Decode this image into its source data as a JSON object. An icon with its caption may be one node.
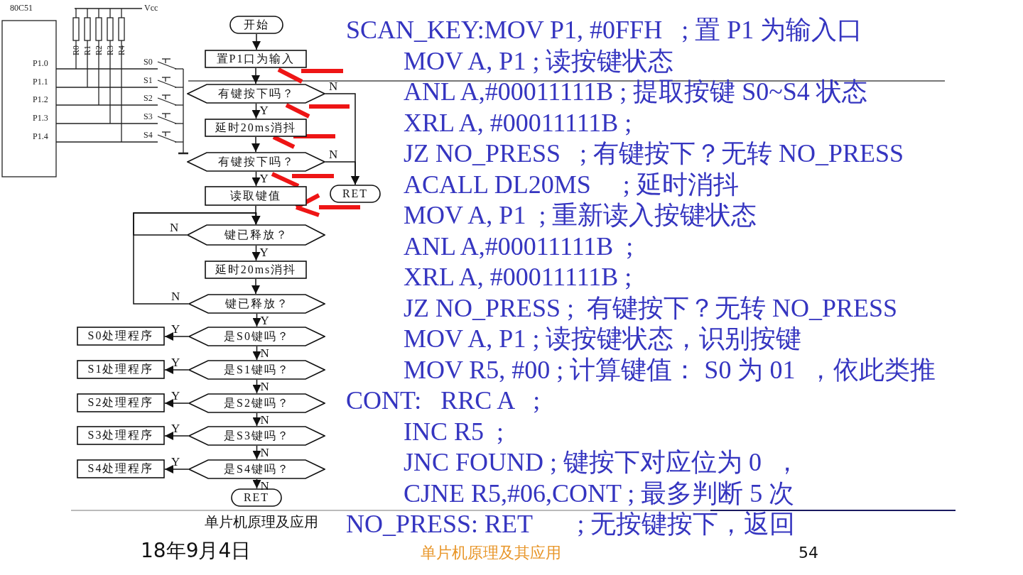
{
  "diagram": {
    "nodes": [
      {
        "text": [
          "开始"
        ]
      },
      {
        "text": [
          "置P1口为输入"
        ]
      },
      {
        "text": [
          "有键按下吗？"
        ]
      },
      {
        "text": [
          "延时20ms消抖"
        ]
      },
      {
        "text": [
          "有键按下吗？"
        ]
      },
      {
        "text": [
          "RET"
        ]
      },
      {
        "text": [
          "读取键值"
        ]
      },
      {
        "text": [
          "键已释放？"
        ]
      },
      {
        "text": [
          "延时20ms消抖"
        ]
      },
      {
        "text": [
          "键已释放？"
        ]
      },
      {
        "text": [
          "是S0键吗？"
        ]
      },
      {
        "text": [
          "S0处理程序"
        ]
      },
      {
        "text": [
          "是S1键吗？"
        ]
      },
      {
        "text": [
          "S1处理程序"
        ]
      },
      {
        "text": [
          "是S2键吗？"
        ]
      },
      {
        "text": [
          "S2处理程序"
        ]
      },
      {
        "text": [
          "是S3键吗？"
        ]
      },
      {
        "text": [
          "S3处理程序"
        ]
      },
      {
        "text": [
          "是S4键吗？"
        ]
      },
      {
        "text": [
          "S4处理程序"
        ]
      },
      {
        "text": [
          "RET"
        ]
      }
    ],
    "edges": [
      {
        "from": 0,
        "to": 1,
        "arrow": "to"
      },
      {
        "from": 1,
        "to": 2,
        "arrow": "to"
      },
      {
        "from": 2,
        "to": 3,
        "arrow": "to",
        "label": "Y"
      },
      {
        "from": 2,
        "to": 5,
        "arrow": "to",
        "label": "N"
      },
      {
        "from": 3,
        "to": 4,
        "arrow": "to"
      },
      {
        "from": 4,
        "to": 6,
        "arrow": "to",
        "label": "Y"
      },
      {
        "from": 4,
        "to": 5,
        "arrow": "to",
        "label": "N"
      },
      {
        "from": 6,
        "to": 7,
        "arrow": "to"
      },
      {
        "from": 7,
        "to": 8,
        "arrow": "to",
        "label": "Y"
      },
      {
        "from": 7,
        "to": 7,
        "arrow": "to",
        "label": "N"
      },
      {
        "from": 8,
        "to": 9,
        "arrow": "to"
      },
      {
        "from": 9,
        "to": 7,
        "arrow": "to",
        "label": "N"
      },
      {
        "from": 9,
        "to": 10,
        "arrow": "to",
        "label": "Y"
      },
      {
        "from": 10,
        "to": 11,
        "arrow": "to",
        "label": "Y"
      },
      {
        "from": 10,
        "to": 12,
        "arrow": "to",
        "label": "N"
      },
      {
        "from": 12,
        "to": 13,
        "arrow": "to",
        "label": "Y"
      },
      {
        "from": 12,
        "to": 14,
        "arrow": "to",
        "label": "N"
      },
      {
        "from": 14,
        "to": 15,
        "arrow": "to",
        "label": "Y"
      },
      {
        "from": 14,
        "to": 16,
        "arrow": "to",
        "label": "N"
      },
      {
        "from": 16,
        "to": 17,
        "arrow": "to",
        "label": "Y"
      },
      {
        "from": 16,
        "to": 18,
        "arrow": "to",
        "label": "N"
      },
      {
        "from": 18,
        "to": 19,
        "arrow": "to",
        "label": "Y"
      },
      {
        "from": 18,
        "to": 20,
        "arrow": "to",
        "label": "N"
      }
    ],
    "labels": [
      "80C51",
      "Vcc",
      "R0",
      "R1",
      "R2",
      "R3",
      "R4",
      "P1.0",
      "P1.1",
      "P1.2",
      "P1.3",
      "P1.4",
      "S0",
      "S1",
      "S2",
      "S3",
      "S4",
      "SCAN_KEY:MOV P1, #0FFH   ; 置 P1 为输入口",
      "MOV A, P1 ; 读按键状态",
      "ANL A,#00011111B ; 提取按键 S0~S4 状态",
      "XRL A, #00011111B ;",
      "JZ NO_PRESS   ; 有键按下？无转 NO_PRESS",
      "ACALL DL20MS     ; 延时消抖",
      "MOV A, P1  ; 重新读入按键状态",
      "ANL A,#00011111B  ;",
      "XRL A, #00011111B ;",
      "JZ NO_PRESS ;  有键按下？无转 NO_PRESS",
      "MOV A, P1 ; 读按键状态，识别按键",
      "MOV R5, #00 ; 计算键值： S0 为 01  ，依此类推",
      "CONT:   RRC A   ;",
      "INC R5  ;",
      "JNC FOUND ; 键按下对应位为 0  ，",
      "CJNE R5,#06,CONT ; 最多判断 5 次",
      "NO_PRESS: RET       ; 无按键按下，返回",
      "单片机原理及应用",
      "18年9月4日",
      "单片机原理及其应用",
      "54"
    ]
  }
}
